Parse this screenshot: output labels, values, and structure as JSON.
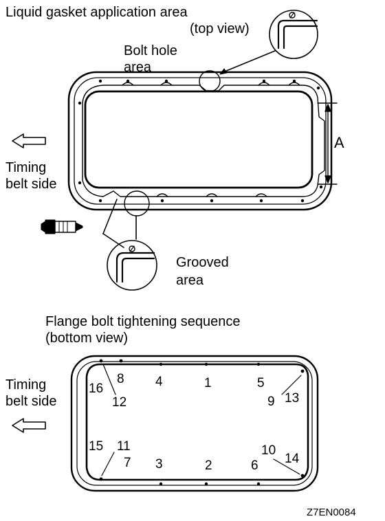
{
  "top_diagram": {
    "title_line1": "Liquid gasket application area",
    "title_line2": "(top view)",
    "bolt_hole_line1": "Bolt hole",
    "bolt_hole_line2": "area",
    "timing_line1": "Timing",
    "timing_line2": "belt side",
    "dimension_label": "A",
    "grooved_line1": "Grooved",
    "grooved_line2": "area"
  },
  "bottom_diagram": {
    "title_line1": "Flange bolt tightening sequence",
    "title_line2": "(bottom view)",
    "timing_line1": "Timing",
    "timing_line2": "belt side",
    "sequence": [
      "1",
      "2",
      "3",
      "4",
      "5",
      "6",
      "7",
      "8",
      "9",
      "10",
      "11",
      "12",
      "13",
      "14",
      "15",
      "16"
    ]
  },
  "figure_code": "Z7EN0084"
}
